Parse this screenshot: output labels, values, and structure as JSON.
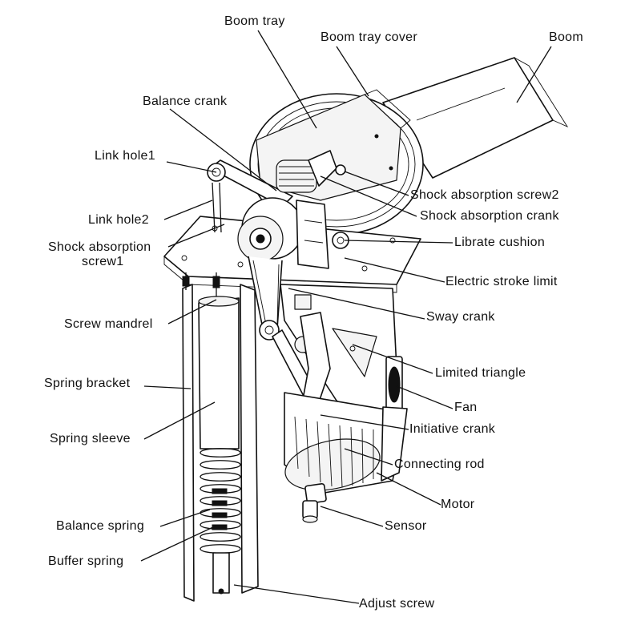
{
  "labels": {
    "boom_tray": "Boom tray",
    "boom_tray_cover": "Boom tray cover",
    "boom": "Boom",
    "balance_crank": "Balance crank",
    "link_hole1": "Link hole1",
    "link_hole2": "Link hole2",
    "shock_absorption_screw1_a": "Shock absorption",
    "shock_absorption_screw1_b": "screw1",
    "shock_absorption_screw2": "Shock absorption screw2",
    "shock_absorption_crank": "Shock absorption crank",
    "librate_cushion": "Librate cushion",
    "electric_stroke_limit": "Electric stroke limit",
    "screw_mandrel": "Screw mandrel",
    "sway_crank": "Sway crank",
    "limited_triangle": "Limited triangle",
    "spring_bracket": "Spring bracket",
    "fan": "Fan",
    "spring_sleeve": "Spring sleeve",
    "initiative_crank": "Initiative crank",
    "connecting_rod": "Connecting rod",
    "motor": "Motor",
    "sensor": "Sensor",
    "balance_spring": "Balance spring",
    "buffer_spring": "Buffer spring",
    "adjust_screw": "Adjust screw"
  }
}
